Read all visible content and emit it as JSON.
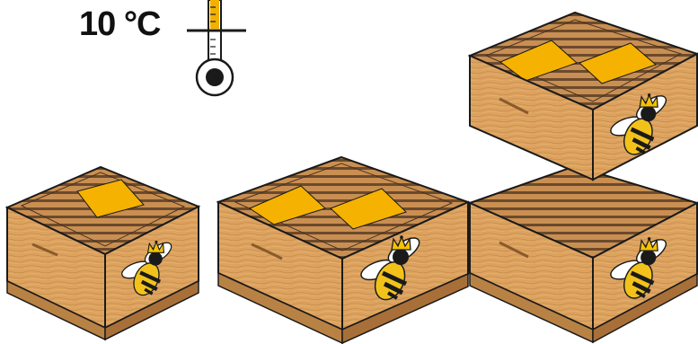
{
  "temperature": {
    "value_text": "10 °C",
    "value": 10,
    "unit": "°C"
  },
  "colors": {
    "wood": "#dca25e",
    "wood_dark": "#b98245",
    "slat_dark": "#6b4a2c",
    "feeder_yellow": "#f5b200",
    "thermometer_fill": "#f2b000",
    "outline": "#1a1a1a"
  },
  "hives": [
    {
      "name": "hive-1",
      "boxes": 1,
      "feeder_windows": 1
    },
    {
      "name": "hive-2",
      "boxes": 1,
      "feeder_windows": 2
    },
    {
      "name": "hive-3",
      "boxes": 2,
      "feeder_windows": 2
    }
  ],
  "icons": [
    "thermometer-icon",
    "queen-bee-icon"
  ]
}
